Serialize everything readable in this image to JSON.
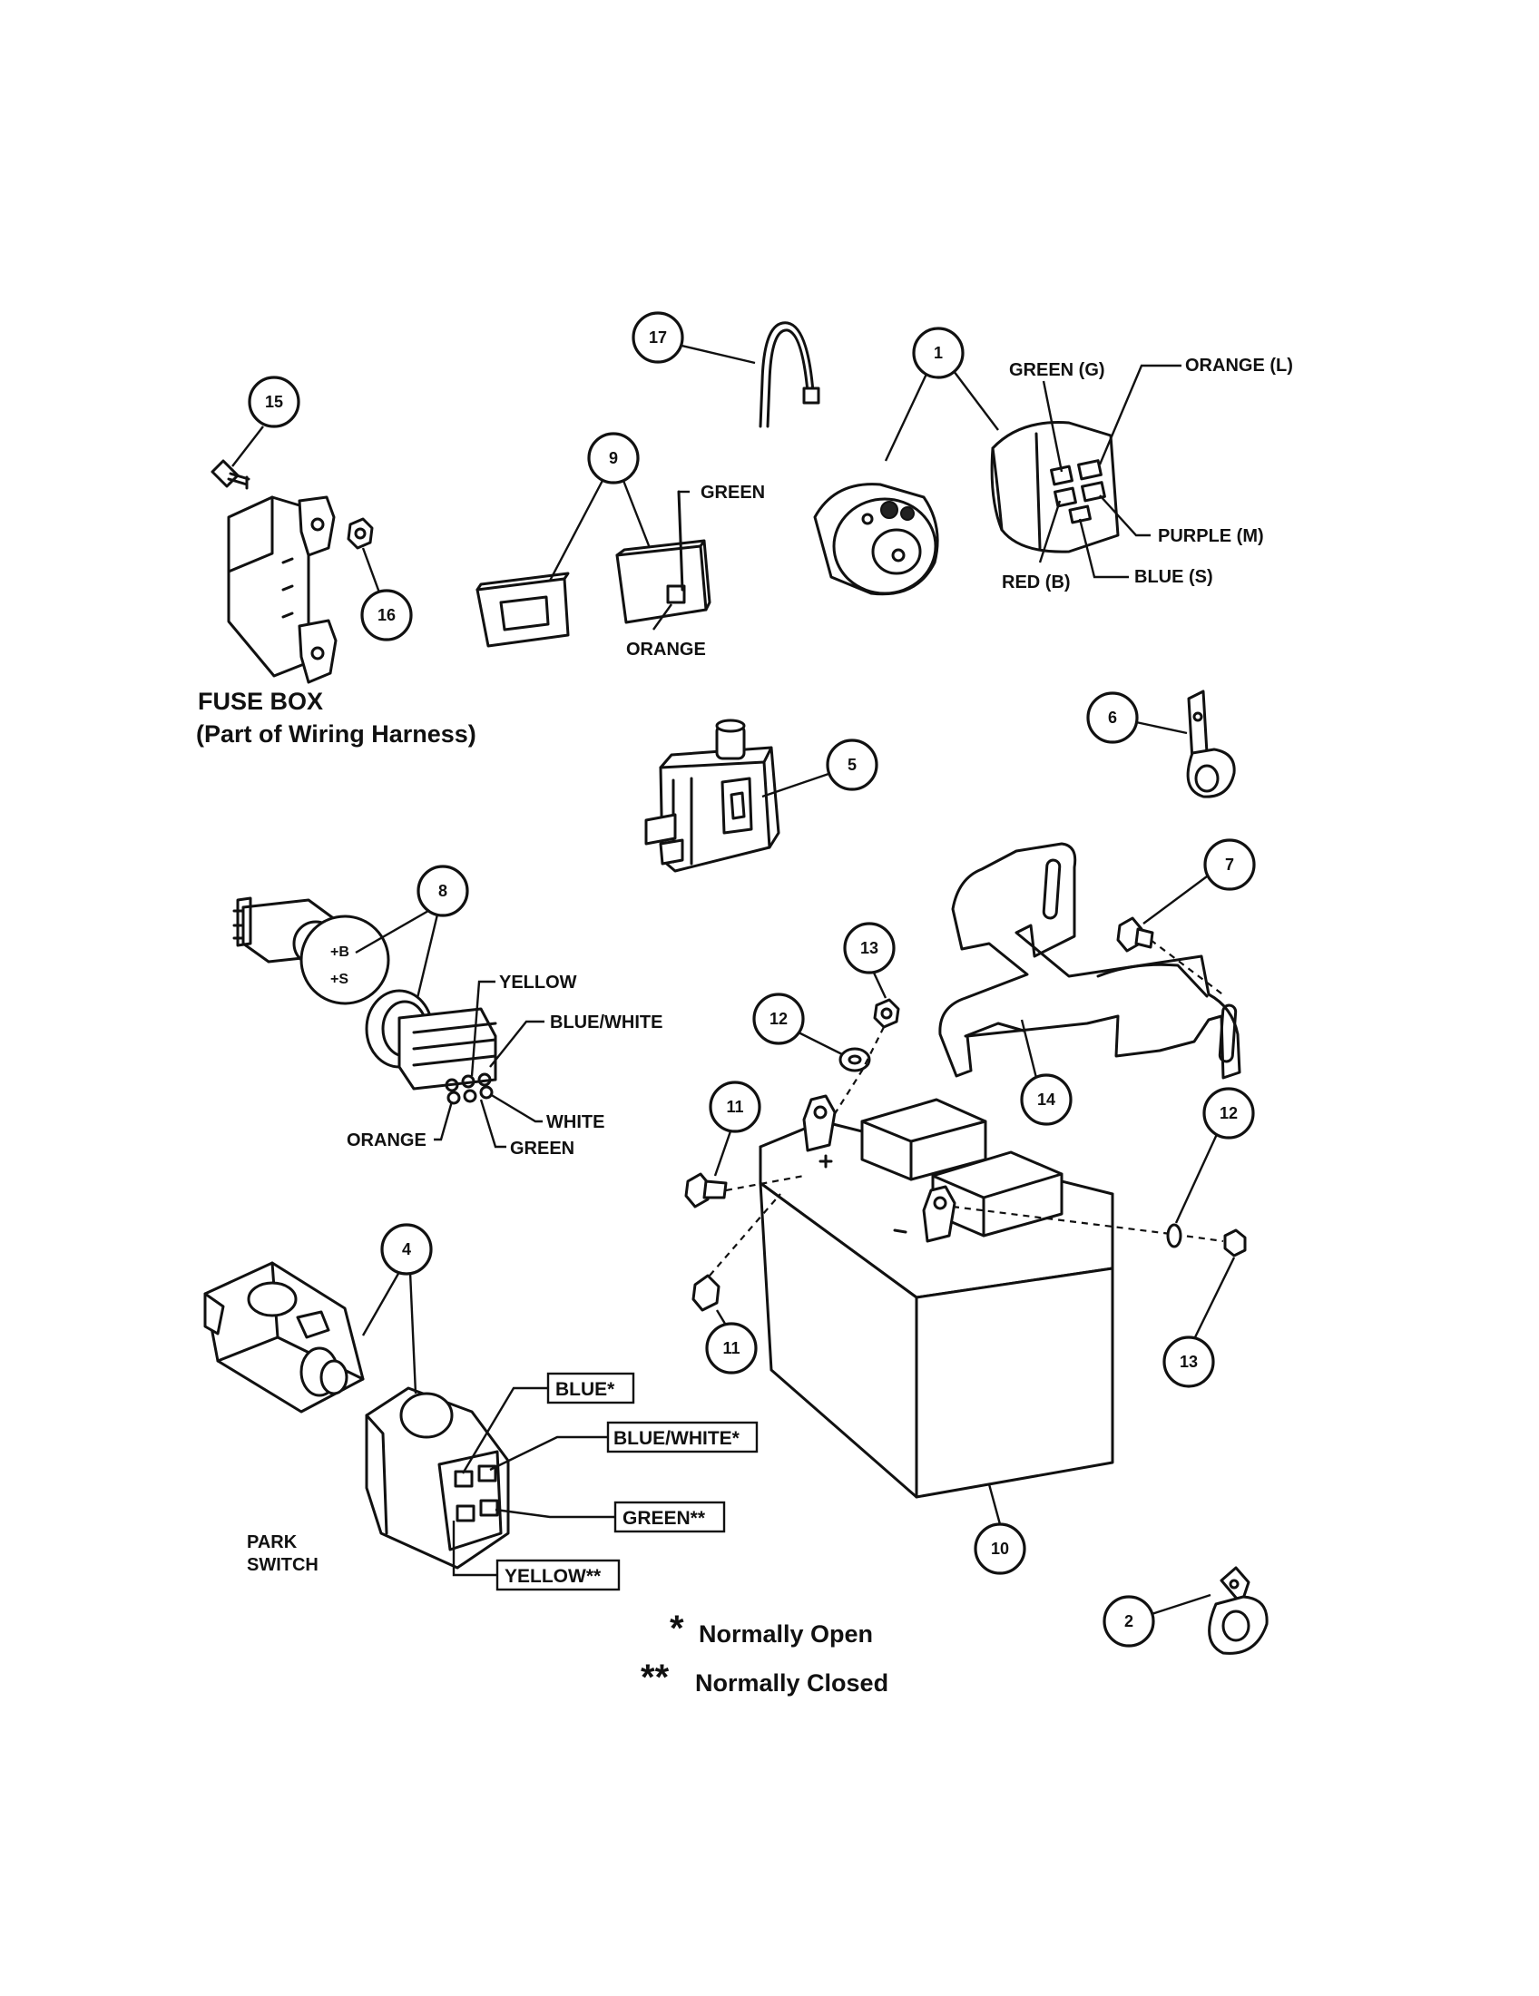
{
  "callouts": {
    "c1": "1",
    "c2": "2",
    "c4": "4",
    "c5": "5",
    "c6": "6",
    "c7": "7",
    "c8": "8",
    "c9": "9",
    "c10": "10",
    "c11a": "11",
    "c11b": "11",
    "c12a": "12",
    "c12b": "12",
    "c13a": "13",
    "c13b": "13",
    "c14": "14",
    "c15": "15",
    "c16": "16",
    "c17": "17"
  },
  "fuse_box": {
    "title": "FUSE BOX",
    "subtitle": "(Part of Wiring Harness)"
  },
  "ignition_switch": {
    "green": "GREEN (G)",
    "orange": "ORANGE (L)",
    "purple": "PURPLE (M)",
    "red": "RED (B)",
    "blue": "BLUE (S)"
  },
  "switch_9": {
    "green": "GREEN",
    "orange": "ORANGE"
  },
  "switch_8": {
    "yellow": "YELLOW",
    "blue_white": "BLUE/WHITE",
    "white": "WHITE",
    "orange": "ORANGE",
    "green": "GREEN",
    "face_top": "+B",
    "face_bottom": "+S"
  },
  "park_switch": {
    "title_line1": "PARK",
    "title_line2": "SWITCH",
    "blue": "BLUE*",
    "blue_white": "BLUE/WHITE*",
    "green": "GREEN**",
    "yellow": "YELLOW**"
  },
  "legend": {
    "single_star": "*",
    "normally_open": "Normally Open",
    "double_star": "**",
    "normally_closed": "Normally Closed"
  }
}
